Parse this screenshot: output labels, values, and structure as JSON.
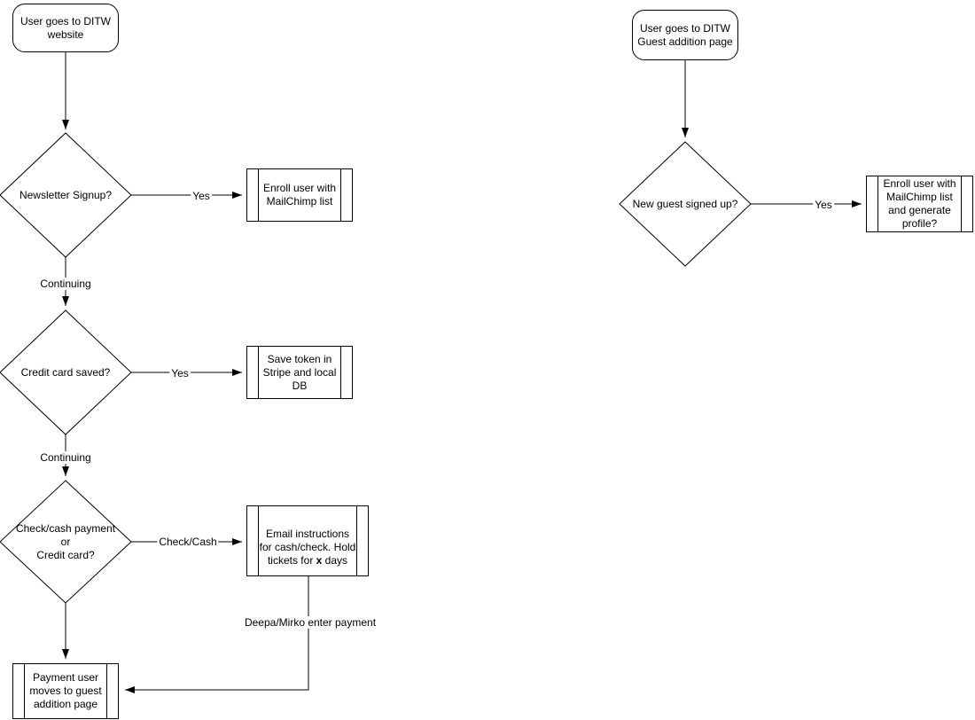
{
  "diagram": {
    "colors": {
      "stroke": "#000000",
      "text": "#000000",
      "background": "#ffffff"
    },
    "left_flow": {
      "start": {
        "text": "User goes to DITW\nwebsite"
      },
      "decision_newsletter": {
        "text": "Newsletter Signup?"
      },
      "process_enroll": {
        "text": "Enroll user with\nMailChimp list"
      },
      "decision_credit_saved": {
        "text": "Credit card saved?"
      },
      "process_save_token": {
        "text": "Save token in\nStripe and local\nDB"
      },
      "decision_payment_type": {
        "text": "Check/cash payment\nor\nCredit card?"
      },
      "process_email_instructions": {
        "prefix": "Email instructions\nfor cash/check. Hold\ntickets for ",
        "bold": "x",
        "suffix": " days"
      },
      "process_payment_user": {
        "text": "Payment user\nmoves to guest\naddition page"
      }
    },
    "right_flow": {
      "start": {
        "text": "User goes to DITW\nGuest addition page"
      },
      "decision_new_guest": {
        "text": "New guest signed up?"
      },
      "process_enroll_generate": {
        "text": "Enroll user with\nMailChimp list\nand generate\nprofile?"
      }
    },
    "edge_labels": {
      "yes_newsletter": "Yes",
      "continuing_1": "Continuing",
      "yes_credit": "Yes",
      "continuing_2": "Continuing",
      "check_cash": "Check/Cash",
      "deepa_mirko": "Deepa/Mirko enter payment",
      "yes_new_guest": "Yes"
    }
  }
}
